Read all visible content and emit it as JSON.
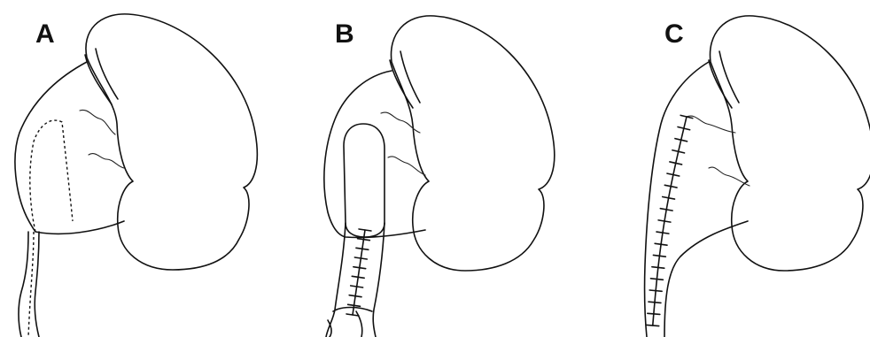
{
  "panels": [
    {
      "id": "A",
      "label": "A"
    },
    {
      "id": "B",
      "label": "B"
    },
    {
      "id": "C",
      "label": "C"
    }
  ],
  "colors": {
    "line": "#111111",
    "background": "#ffffff"
  }
}
